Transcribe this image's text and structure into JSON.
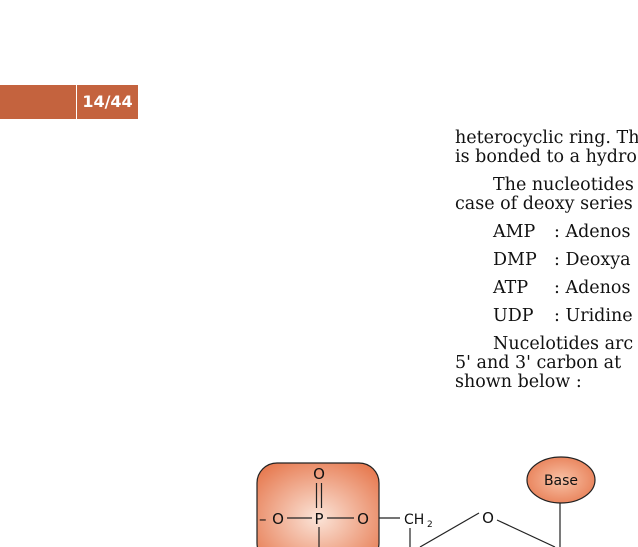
{
  "header": {
    "page_number": "14/44"
  },
  "text": {
    "p1_line1": "heterocyclic ring. Th",
    "p1_line2": "is bonded to a hydro",
    "p2_line1": "The nucleotides",
    "p2_line2": "case of deoxy series",
    "abbreviations": [
      {
        "code": "AMP",
        "desc": ": Adenos"
      },
      {
        "code": "DMP",
        "desc": ": Deoxya"
      },
      {
        "code": "ATP",
        "desc": ": Adenos"
      },
      {
        "code": "UDP",
        "desc": ": Uridine"
      }
    ],
    "p3_line1": "Nucelotides  arc",
    "p3_line2": "5' and 3' carbon at",
    "p3_line3": "shown below :"
  },
  "diagram": {
    "phosphate_o_top": "O",
    "phosphate_o_left": "O",
    "phosphate_p": "P",
    "phosphate_o_right": "O",
    "left_dash": "–",
    "ch2_label": "CH",
    "ch2_sub": "2",
    "ring_o": "O",
    "base_label": "Base",
    "colors": {
      "phosphate_fill_center": "#fbe4d8",
      "phosphate_fill_edge": "#e77c53",
      "base_fill_center": "#f8c2a6",
      "base_fill_edge": "#e77b52",
      "stroke": "#222222"
    }
  }
}
